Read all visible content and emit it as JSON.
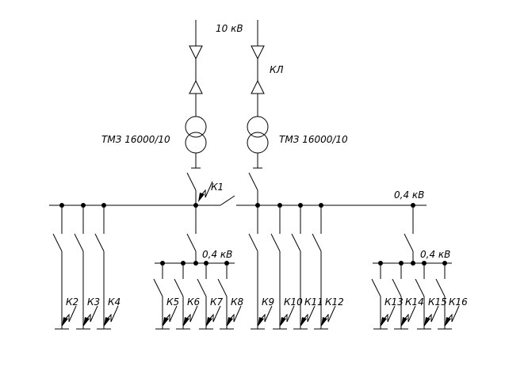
{
  "labels": {
    "hv_voltage": "10 кВ",
    "cable_line": "КЛ",
    "transformer_left": "ТМЗ 16000/10",
    "transformer_right": "ТМЗ 16000/10",
    "fault_main": "К1",
    "main_bus_voltage": "0,4 кВ",
    "sub_bus_left_voltage": "0,4 кВ",
    "sub_bus_right_voltage": "0,4 кВ"
  },
  "feeders_main_left": [
    "К2",
    "К3",
    "К4"
  ],
  "feeders_sub_left": [
    "К5",
    "К6",
    "К7",
    "К8"
  ],
  "feeders_main_right": [
    "К9",
    "К10",
    "К11",
    "К12"
  ],
  "feeders_sub_right": [
    "К13",
    "К14",
    "К15",
    "К16"
  ],
  "colors": {
    "line": "#000000",
    "background": "#ffffff"
  }
}
